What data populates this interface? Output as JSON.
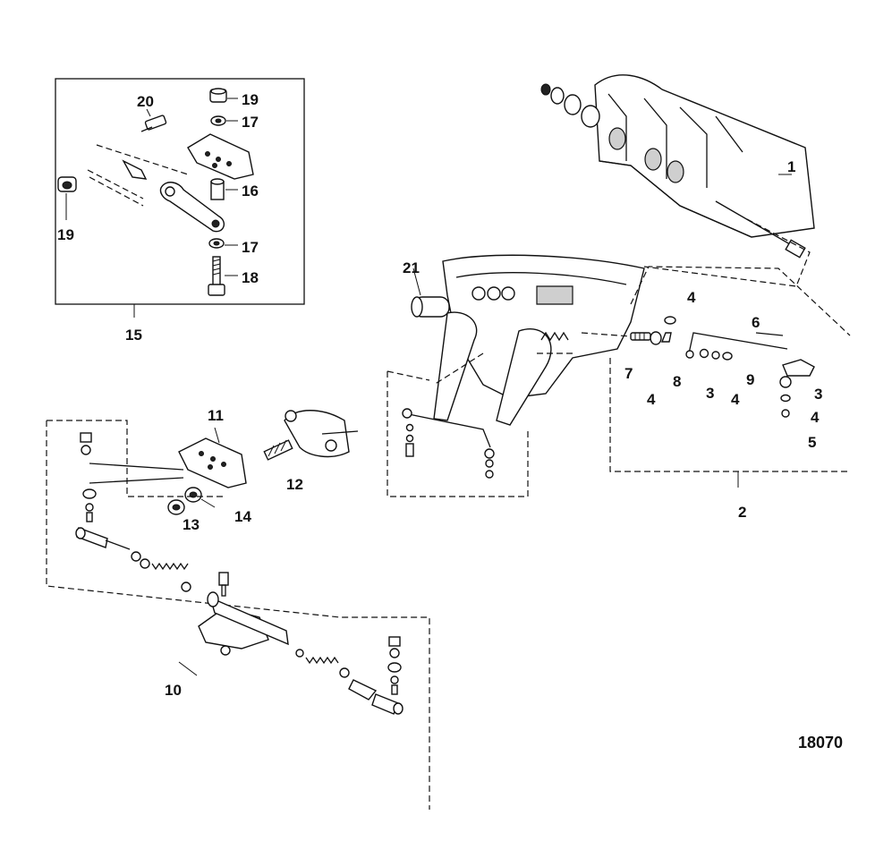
{
  "figure_number": "18070",
  "callouts": [
    "1",
    "2",
    "3",
    "4",
    "5",
    "6",
    "7",
    "8",
    "9",
    "10",
    "11",
    "12",
    "13",
    "14",
    "15",
    "16",
    "17",
    "18",
    "19",
    "20",
    "21"
  ]
}
